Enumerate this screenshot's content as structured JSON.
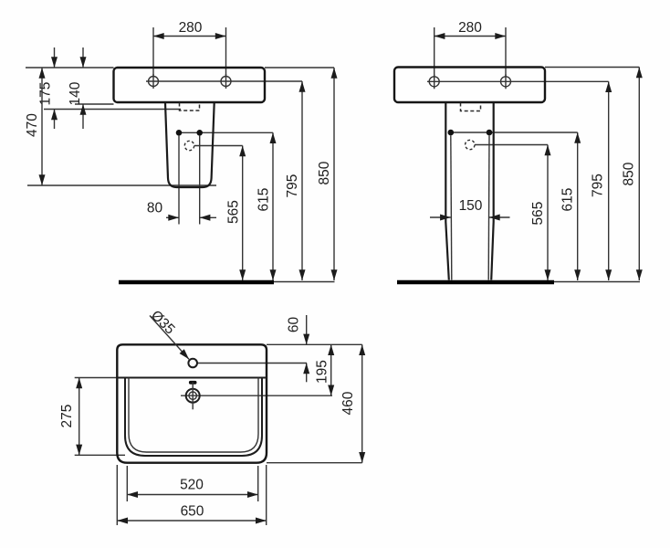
{
  "drawing": {
    "type": "technical-dimension-drawing",
    "colors": {
      "line": "#343434",
      "outline": "#161616",
      "floor": "#000000",
      "text": "#1f1f1f",
      "background": "#fefefe"
    },
    "front_view_semi_pedestal": {
      "dims": {
        "holes_spacing": "280",
        "top_to_fixing": "175",
        "basin_height": "140",
        "unit_height": "470",
        "pedestal_holes_spacing": "80",
        "trap_height": "565",
        "fixing_height": "615",
        "holes_height": "795",
        "rim_height": "850"
      }
    },
    "front_view_full_pedestal": {
      "dims": {
        "holes_spacing": "280",
        "pedestal_holes_spacing": "150",
        "trap_height": "565",
        "fixing_height": "615",
        "holes_height": "795",
        "rim_height": "850"
      }
    },
    "plan_view": {
      "dims": {
        "tap_hole_diameter": "Ø35",
        "edge_to_tap_hole": "60",
        "edge_to_drain": "195",
        "depth": "460",
        "bowl_depth": "275",
        "bowl_width": "520",
        "width": "650"
      }
    }
  }
}
